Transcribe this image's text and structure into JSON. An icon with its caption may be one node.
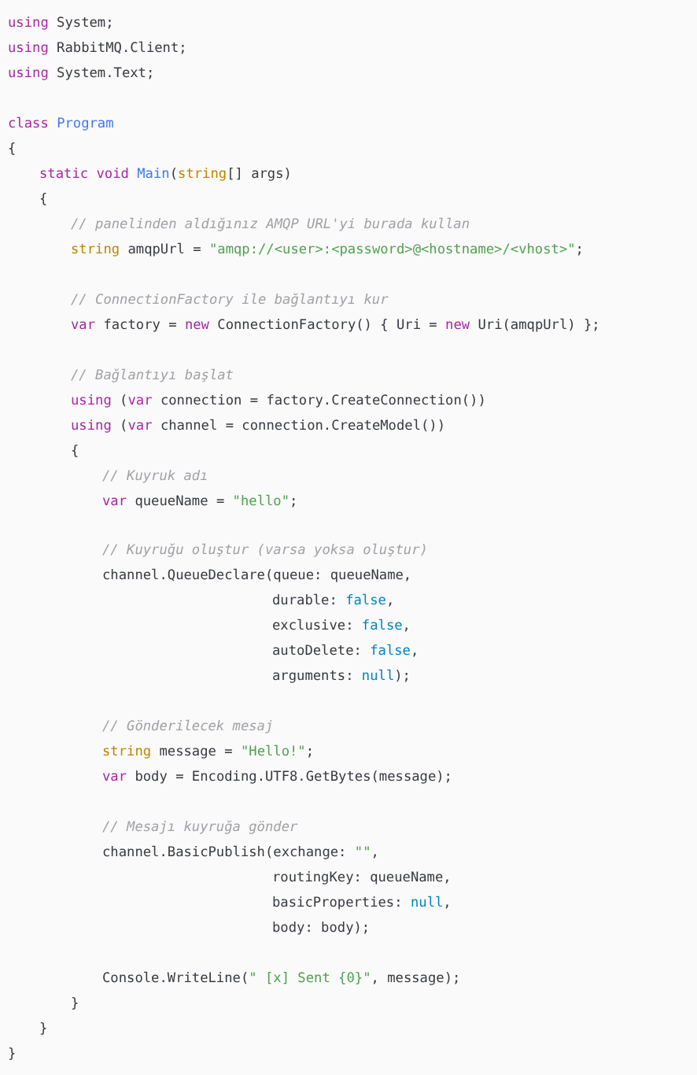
{
  "diagram": {
    "labels": [
      "using System;",
      "using RabbitMQ.Client;",
      "using System.Text;",
      "class Program",
      "{",
      "static void Main(string[] args)",
      "{",
      "// panelinden aldığınız AMQP URL'yi burada kullan",
      "string amqpUrl = \"amqp://<user>:<password>@<hostname>/<vhost>\";",
      "// ConnectionFactory ile bağlantıyı kur",
      "var factory = new ConnectionFactory() { Uri = new Uri(amqpUrl) };",
      "// Bağlantıyı başlat",
      "using (var connection = factory.CreateConnection())",
      "using (var channel = connection.CreateModel())",
      "{",
      "// Kuyruk adı",
      "var queueName = \"hello\";",
      "// Kuyruğu oluştur (varsa yoksa oluştur)",
      "channel.QueueDeclare(queue: queueName,",
      "durable: false,",
      "exclusive: false,",
      "autoDelete: false,",
      "arguments: null);",
      "// Gönderilecek mesaj",
      "string message = \"Hello!\";",
      "var body = Encoding.UTF8.GetBytes(message);",
      "// Mesajı kuyruğa gönder",
      "channel.BasicPublish(exchange: \"\",",
      "routingKey: queueName,",
      "basicProperties: null,",
      "body: body);",
      "Console.WriteLine(\" [x] Sent {0}\", message);",
      "}",
      "}",
      "}"
    ]
  }
}
